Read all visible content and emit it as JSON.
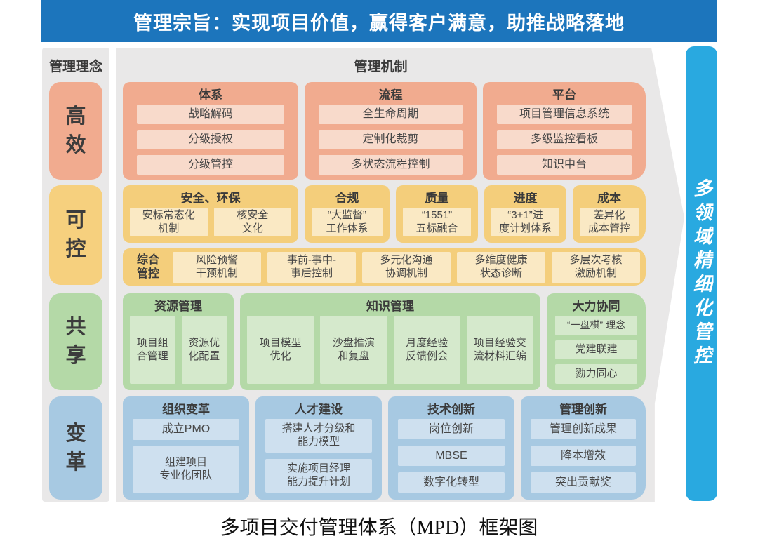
{
  "banner": {
    "text": "管理宗旨：实现项目价值，赢得客户满意，助推战略落地"
  },
  "left_header": "管理理念",
  "main_header": "管理机制",
  "side_bar": {
    "text": "多领域精细化管控"
  },
  "caption": "多项目交付管理体系（MPD）框架图",
  "colors": {
    "banner_blue": "#1C75BC",
    "side_blue": "#29A9E0",
    "panel_gray": "#E9E8E8",
    "row_efficient": "#F1AB8F",
    "row_efficient_item": "#F8DACB",
    "row_controllable": "#F4CE7B",
    "row_controllable_item": "#FAE9C4",
    "row_sharing": "#B4D9A7",
    "row_sharing_item": "#D5E9CC",
    "row_change": "#A7C9E2",
    "row_change_item": "#CEE0EF"
  },
  "rows": [
    {
      "label": "高\n效",
      "groups": [
        {
          "title": "体系",
          "items": [
            "战略解码",
            "分级授权",
            "分级管控"
          ]
        },
        {
          "title": "流程",
          "items": [
            "全生命周期",
            "定制化裁剪",
            "多状态流程控制"
          ]
        },
        {
          "title": "平台",
          "items": [
            "项目管理信息系统",
            "多级监控看板",
            "知识中台"
          ]
        }
      ]
    },
    {
      "label": "可\n控",
      "groups": [
        {
          "title": "安全、环保",
          "items": [
            "安标常态化\n机制",
            "核安全\n文化"
          ]
        },
        {
          "title": "合规",
          "items": [
            "“大监督”\n工作体系"
          ]
        },
        {
          "title": "质量",
          "items": [
            "“1551”\n五标融合"
          ]
        },
        {
          "title": "进度",
          "items": [
            "“3+1”进\n度计划体系"
          ]
        },
        {
          "title": "成本",
          "items": [
            "差异化\n成本管控"
          ]
        }
      ],
      "sub_row": {
        "label": "综合\n管控",
        "items": [
          "风险预警\n干预机制",
          "事前-事中-\n事后控制",
          "多元化沟通\n协调机制",
          "多维度健康\n状态诊断",
          "多层次考核\n激励机制"
        ]
      }
    },
    {
      "label": "共\n享",
      "groups": [
        {
          "title": "资源管理",
          "items": [
            "项目组\n合管理",
            "资源优\n化配置"
          ]
        },
        {
          "title": "知识管理",
          "items": [
            "项目模型\n优化",
            "沙盘推演\n和复盘",
            "月度经验\n反馈例会",
            "项目经验交\n流材料汇编"
          ]
        },
        {
          "title": "大力协同",
          "items": [
            "“一盘棋” 理念",
            "党建联建",
            "勠力同心"
          ]
        }
      ]
    },
    {
      "label": "变\n革",
      "groups": [
        {
          "title": "组织变革",
          "items": [
            "成立PMO",
            "组建项目\n专业化团队"
          ]
        },
        {
          "title": "人才建设",
          "items": [
            "搭建人才分级和\n能力模型",
            "实施项目经理\n能力提升计划"
          ]
        },
        {
          "title": "技术创新",
          "items": [
            "岗位创新",
            "MBSE",
            "数字化转型"
          ]
        },
        {
          "title": "管理创新",
          "items": [
            "管理创新成果",
            "降本增效",
            "突出贡献奖"
          ]
        }
      ]
    }
  ]
}
